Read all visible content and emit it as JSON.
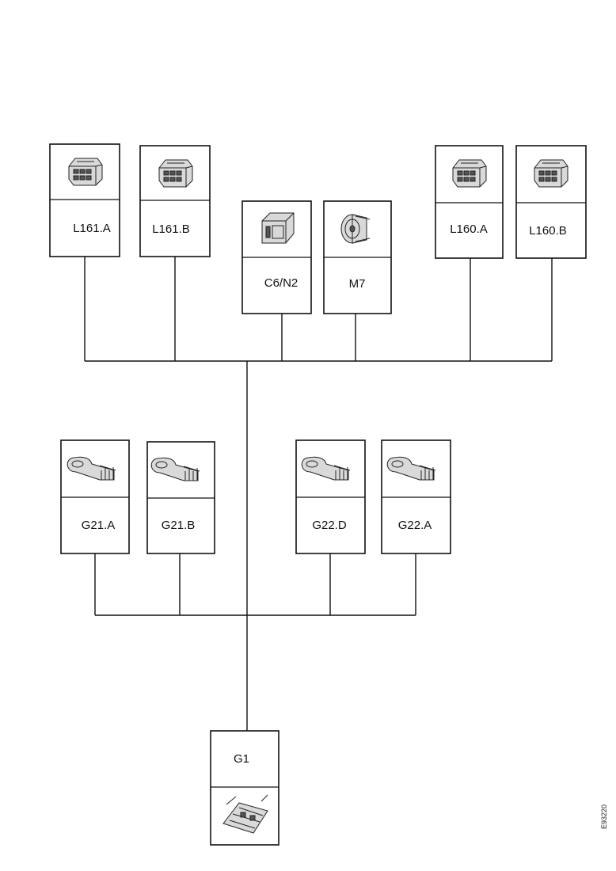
{
  "connectors": {
    "l161a": {
      "label": "L161.A",
      "icon": "multi-pin-connector-icon"
    },
    "l161b": {
      "label": "L161.B",
      "icon": "multi-pin-connector-icon"
    },
    "c6n2": {
      "label": "C6/N2",
      "icon": "flat-connector-icon"
    },
    "m7": {
      "label": "M7",
      "icon": "round-connector-icon"
    },
    "l160a": {
      "label": "L160.A",
      "icon": "multi-pin-connector-icon"
    },
    "l160b": {
      "label": "L160.B",
      "icon": "multi-pin-connector-icon"
    },
    "g21a": {
      "label": "G21.A",
      "icon": "ring-terminal-icon"
    },
    "g21b": {
      "label": "G21.B",
      "icon": "ring-terminal-icon"
    },
    "g22d": {
      "label": "G22.D",
      "icon": "ring-terminal-icon"
    },
    "g22a": {
      "label": "G22.A",
      "icon": "ring-terminal-icon"
    },
    "g1": {
      "label": "G1",
      "icon": "ground-point-icon"
    }
  },
  "figure_code": "E93220"
}
